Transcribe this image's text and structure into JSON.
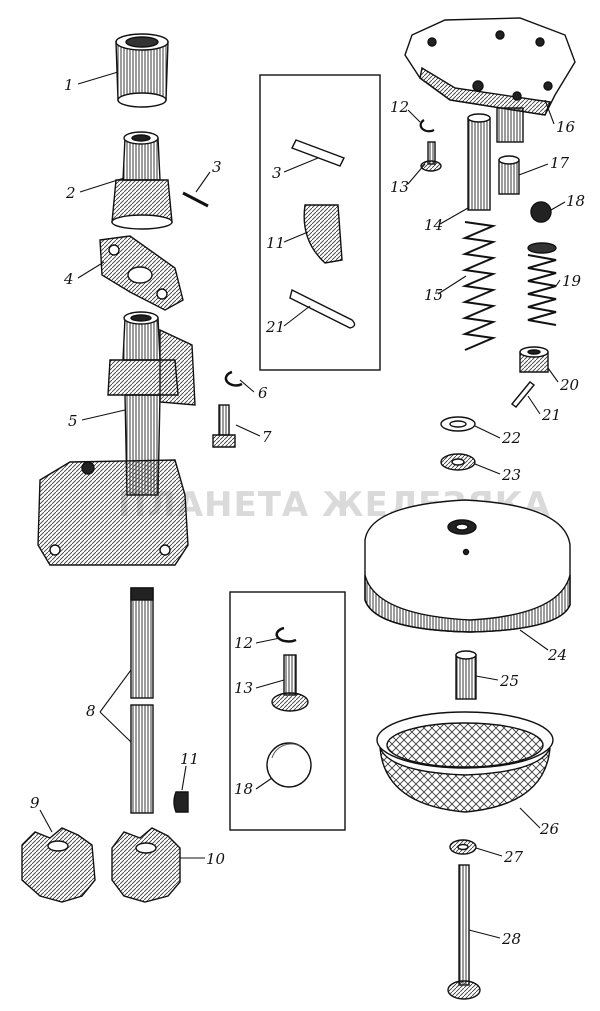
{
  "watermark": "ПЛАНЕТА ЖЕЛЕЗЯКА",
  "labels": {
    "p1": "1",
    "p2": "2",
    "p3": "3",
    "p4": "4",
    "p5": "5",
    "p6": "6",
    "p7": "7",
    "p8": "8",
    "p9": "9",
    "p10": "10",
    "p11": "11",
    "p12": "12",
    "p13": "13",
    "p14": "14",
    "p15": "15",
    "p16": "16",
    "p17": "17",
    "p18": "18",
    "p19": "19",
    "p20": "20",
    "p21": "21",
    "p22": "22",
    "p23": "23",
    "p24": "24",
    "p25": "25",
    "p26": "26",
    "p27": "27",
    "p28": "28",
    "box1_3": "3",
    "box1_11": "11",
    "box1_21": "21",
    "box2_12": "12",
    "box2_13": "13",
    "box2_18": "18"
  },
  "colors": {
    "ink": "#111111",
    "paper": "#ffffff",
    "shade": "#555555"
  }
}
